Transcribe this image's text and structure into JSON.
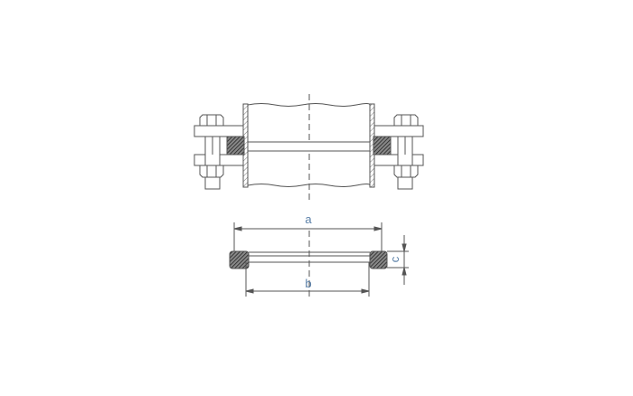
{
  "dimensions": {
    "a": "a",
    "b": "b",
    "c": "c"
  },
  "colors": {
    "line": "#555555",
    "label": "#5b80a8",
    "hatch": "#333333"
  }
}
